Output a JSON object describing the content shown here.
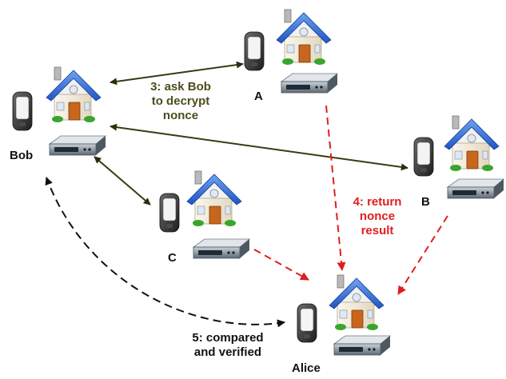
{
  "nodes": {
    "bob": {
      "name": "Bob"
    },
    "a": {
      "name": "A"
    },
    "b": {
      "name": "B"
    },
    "c": {
      "name": "C"
    },
    "alice": {
      "name": "Alice"
    }
  },
  "steps": {
    "ask": {
      "lines": [
        "3: ask Bob",
        "to decrypt",
        "nonce"
      ]
    },
    "ret": {
      "lines": [
        "4: return",
        "nonce",
        "result"
      ]
    },
    "cmp": {
      "lines": [
        "5: compared",
        "and verified"
      ]
    }
  },
  "colors": {
    "ask_arrow": "#3a3a10",
    "return_arrow": "#e01e1e",
    "compare_arrow": "#111111",
    "roof": "#2f6ad9",
    "wall": "#f3ecdc",
    "door": "#c8661e",
    "grass": "#3aa52e",
    "router": "#6f7b86",
    "phone": "#3a3a3a"
  },
  "icons": [
    "house-icon",
    "router-icon",
    "phone-icon"
  ]
}
